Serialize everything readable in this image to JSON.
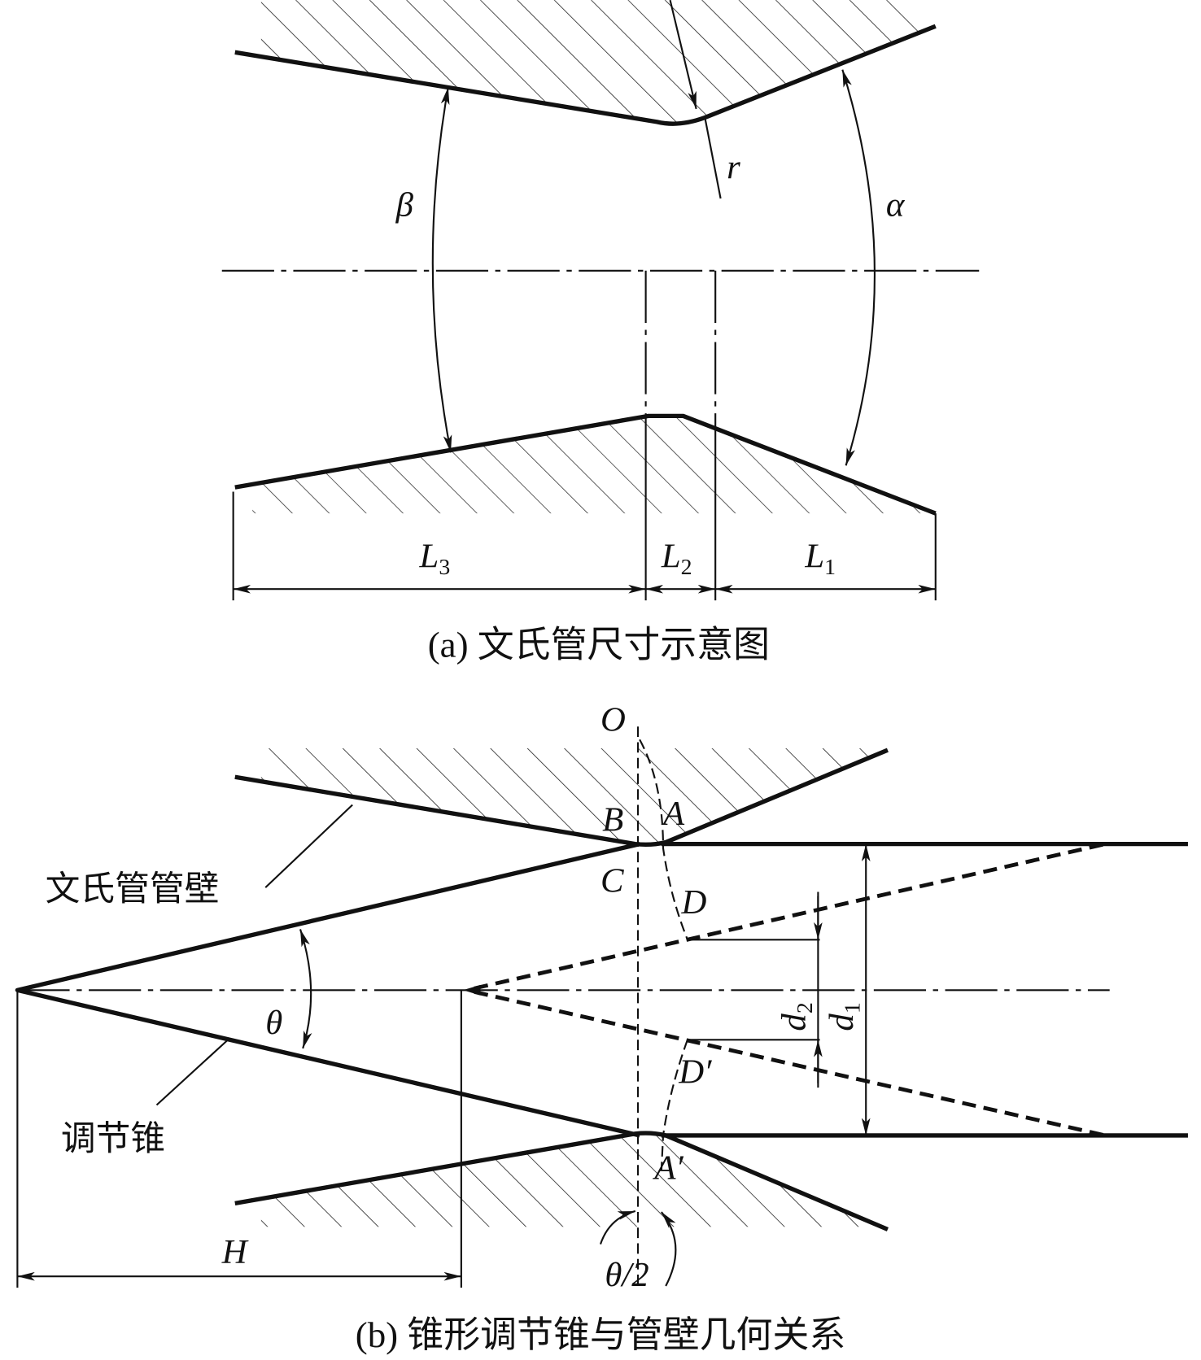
{
  "figure_a": {
    "caption": "(a) 文氏管尺寸示意图",
    "labels": {
      "beta": "β",
      "alpha": "α",
      "r": "r",
      "L3": "L",
      "L3_sub": "3",
      "L2": "L",
      "L2_sub": "2",
      "L1": "L",
      "L1_sub": "1"
    }
  },
  "figure_b": {
    "caption": "(b) 锥形调节锥与管壁几何关系",
    "labels": {
      "O": "O",
      "B": "B",
      "A": "A",
      "C": "C",
      "D": "D",
      "D_prime": "D′",
      "A_prime": "A′",
      "theta": "θ",
      "H": "H",
      "d2": "d",
      "d2_sub": "2",
      "d1": "d",
      "d1_sub": "1",
      "theta_half": "θ/2"
    },
    "callouts": {
      "venturi_wall": "文氏管管壁",
      "regulating_cone": "调节锥"
    }
  }
}
